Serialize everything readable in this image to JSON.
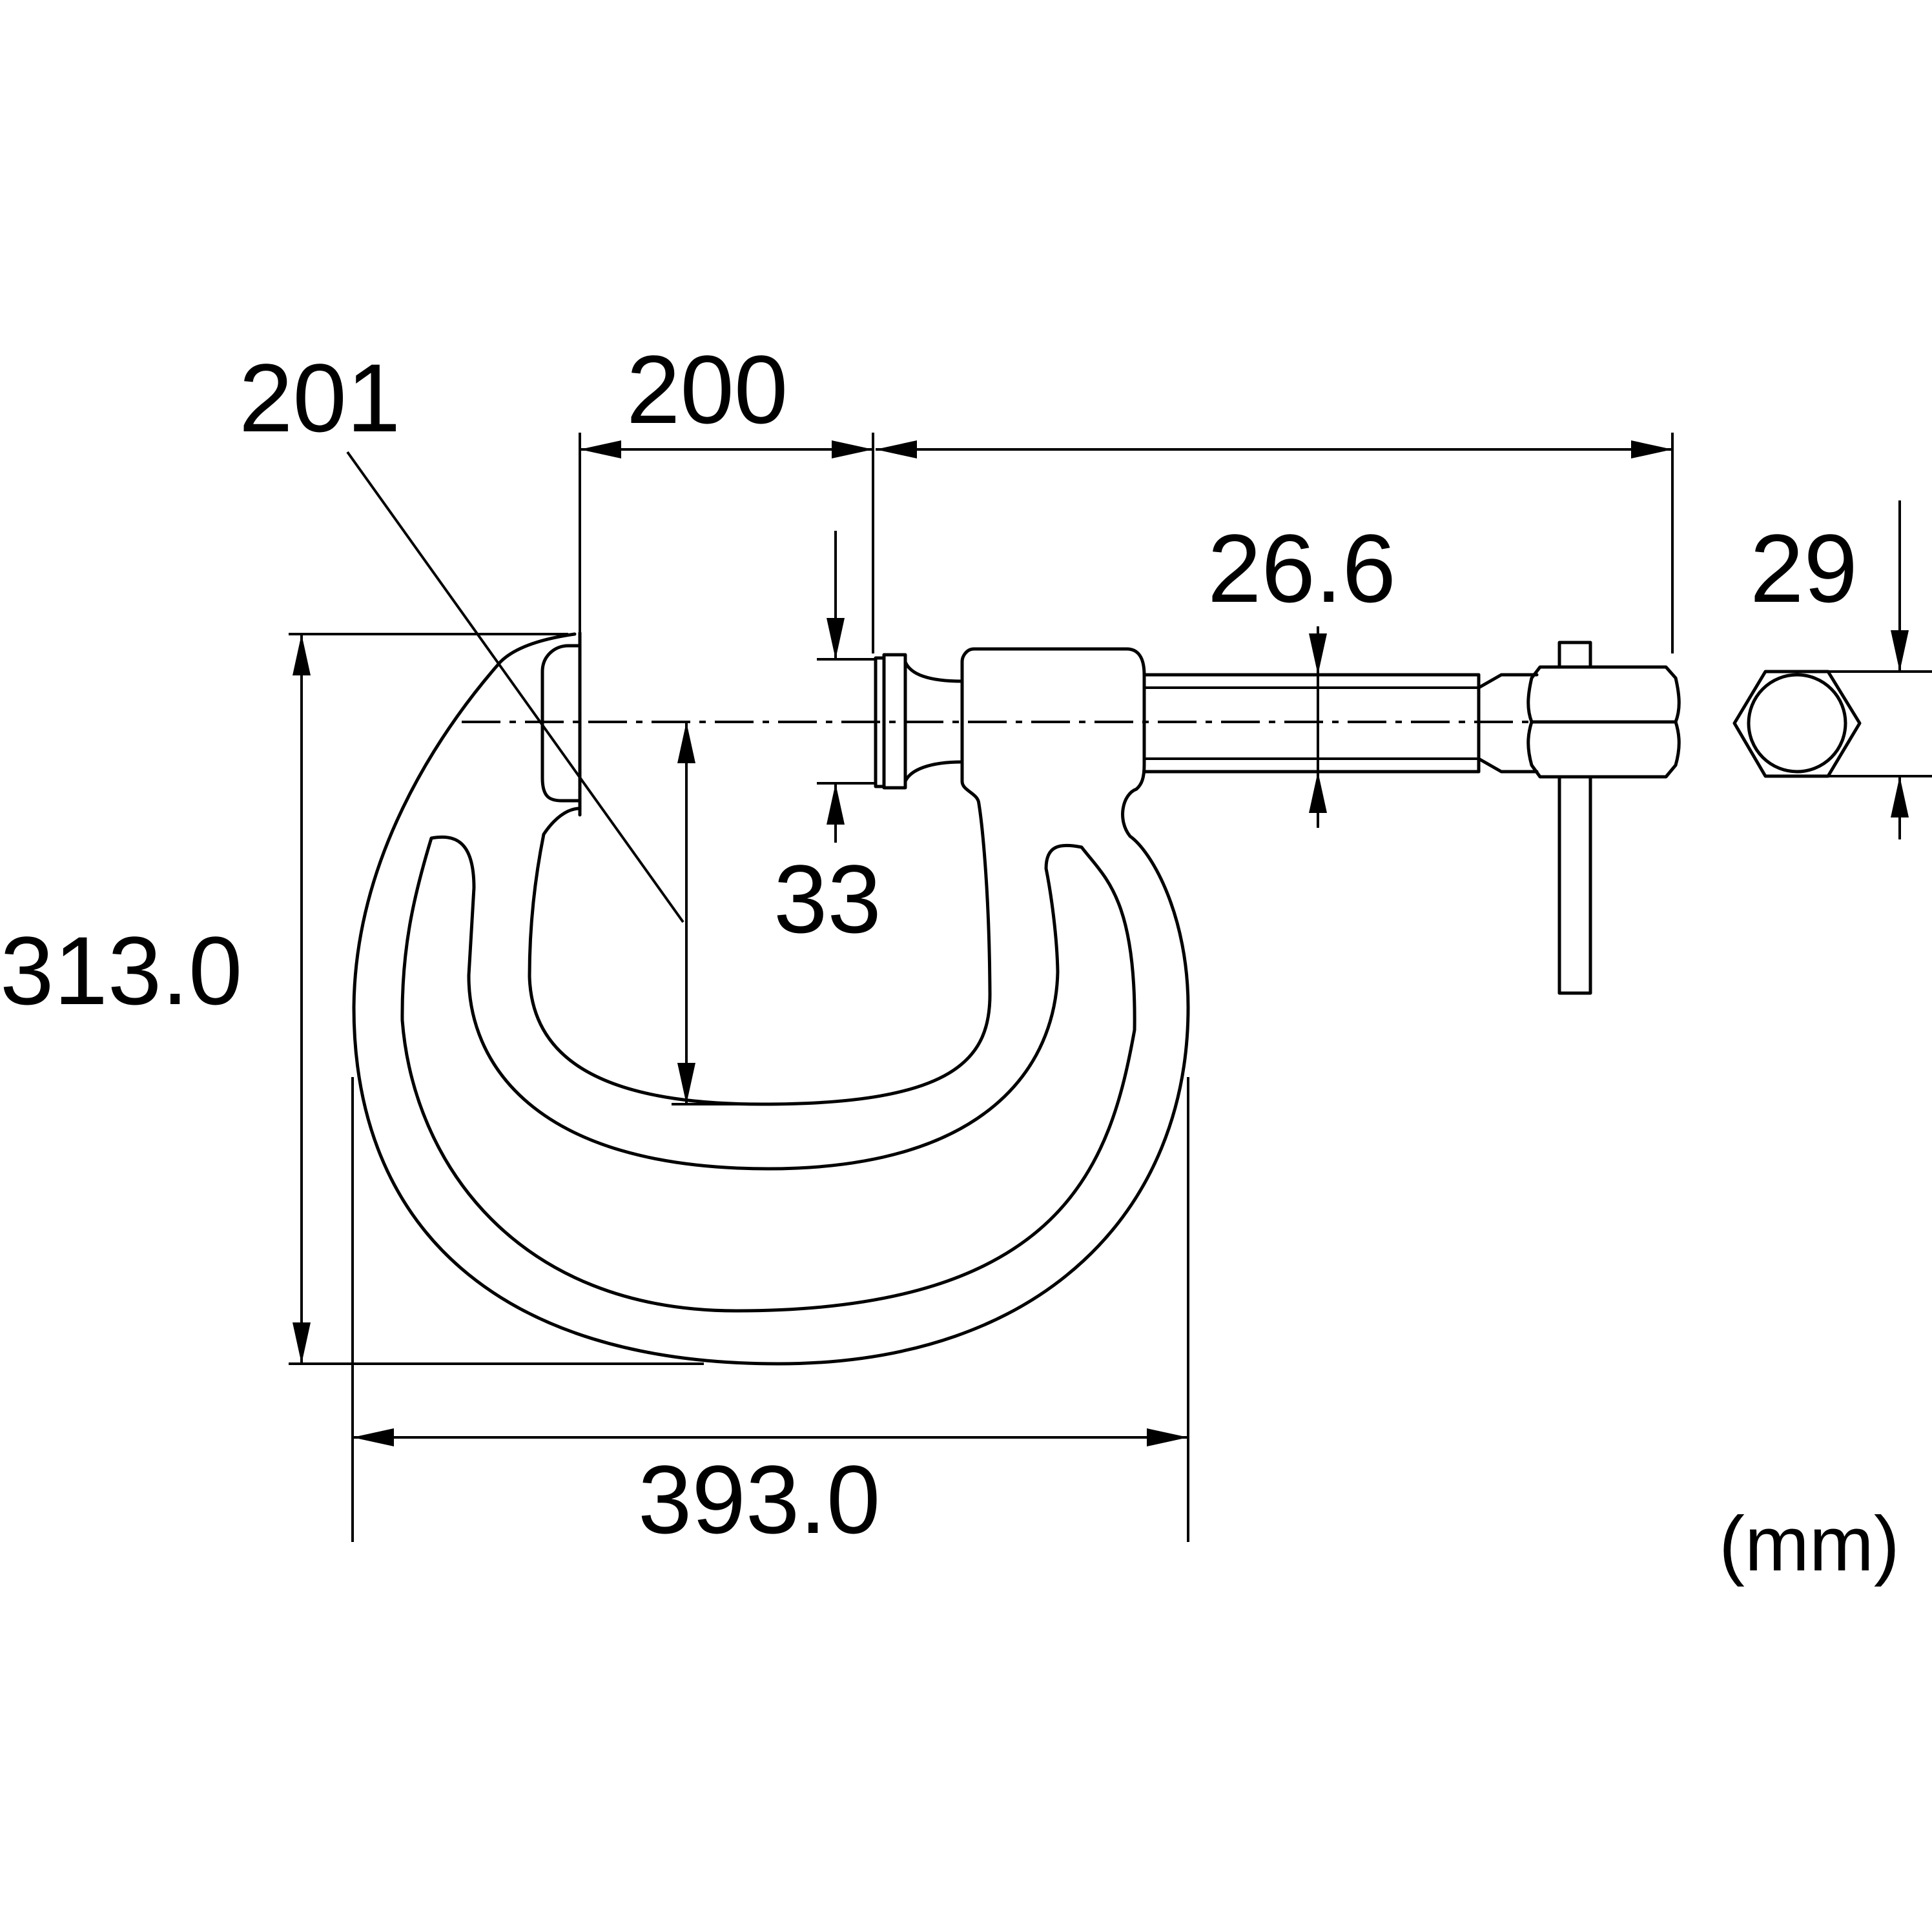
{
  "drawing": {
    "dimensions": {
      "jaw_depth": "201",
      "jaw_opening": "200",
      "spindle_diameter": "26.6",
      "hex_across_flats": "29",
      "pad_diameter": "33",
      "height": "313.0",
      "width": "393.0"
    },
    "unit_label": "(mm)"
  }
}
